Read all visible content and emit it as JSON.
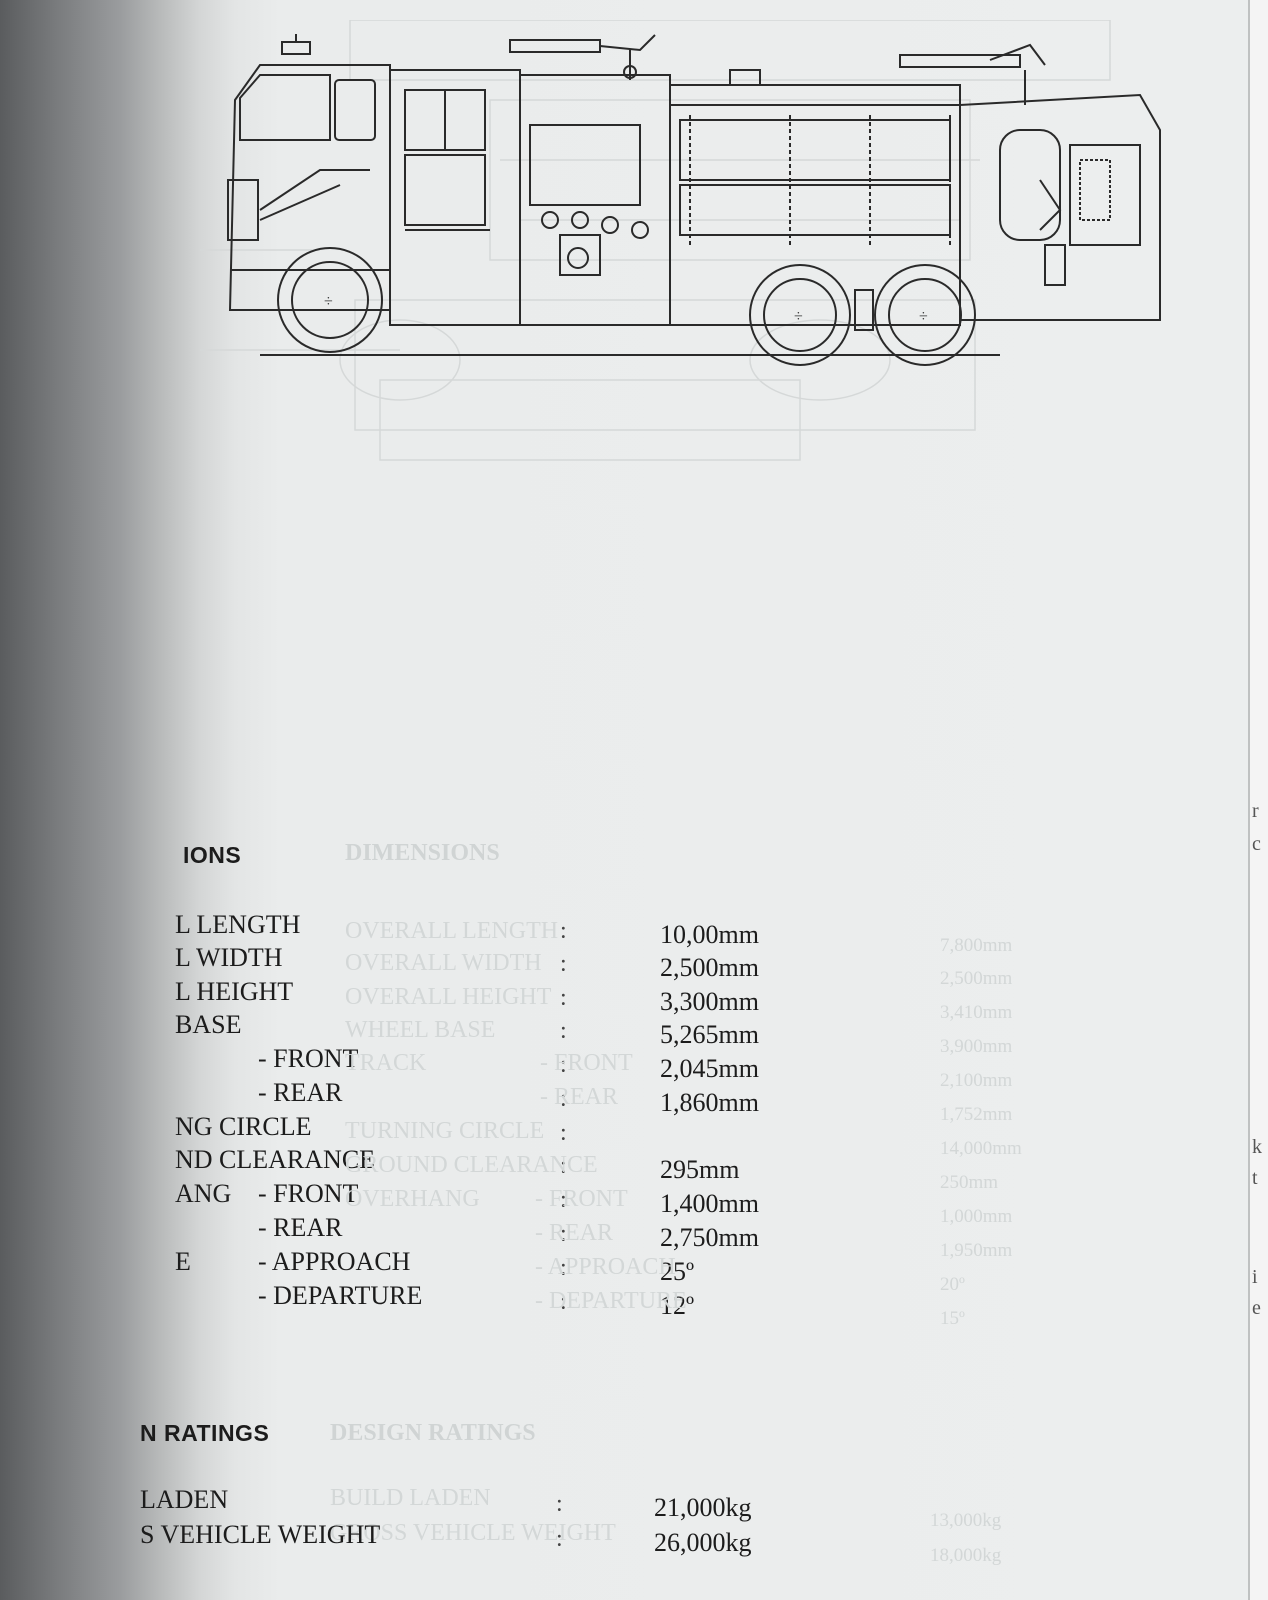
{
  "main": {
    "sections": {
      "dimensions": {
        "heading": "IONS",
        "rows": [
          {
            "label": "L LENGTH",
            "sub": "",
            "colon": ":",
            "value": "10,00mm"
          },
          {
            "label": "L WIDTH",
            "sub": "",
            "colon": ":",
            "value": "2,500mm"
          },
          {
            "label": "L HEIGHT",
            "sub": "",
            "colon": ":",
            "value": "3,300mm"
          },
          {
            "label": "BASE",
            "sub": "",
            "colon": ":",
            "value": "5,265mm"
          },
          {
            "label": "",
            "sub": "- FRONT",
            "colon": ":",
            "value": "2,045mm"
          },
          {
            "label": "",
            "sub": "- REAR",
            "colon": ":",
            "value": "1,860mm"
          },
          {
            "label": "NG CIRCLE",
            "sub": "",
            "colon": ":",
            "value": ""
          },
          {
            "label": "ND CLEARANCE",
            "sub": "",
            "colon": ":",
            "value": "295mm"
          },
          {
            "label": "ANG",
            "sub": "- FRONT",
            "colon": ":",
            "value": "1,400mm"
          },
          {
            "label": "",
            "sub": "- REAR",
            "colon": ":",
            "value": "2,750mm"
          },
          {
            "label": "E",
            "sub": "- APPROACH",
            "colon": ":",
            "value": "25º"
          },
          {
            "label": "",
            "sub": "- DEPARTURE",
            "colon": ":",
            "value": "12º"
          }
        ]
      },
      "ratings": {
        "heading": "N RATINGS",
        "rows": [
          {
            "label": "LADEN",
            "colon": ":",
            "value": "21,000kg"
          },
          {
            "label": "S VEHICLE WEIGHT",
            "colon": ":",
            "value": "26,000kg"
          }
        ]
      }
    },
    "show_through": {
      "heading_dimensions": "DIMENSIONS",
      "heading_ratings": "DESIGN RATINGS",
      "labels": [
        "OVERALL LENGTH",
        "OVERALL WIDTH",
        "OVERALL HEIGHT",
        "WHEEL BASE",
        "TRACK",
        "- FRONT",
        "- REAR",
        "TURNING CIRCLE",
        "GROUND CLEARANCE",
        "OVERHANG",
        "- FRONT",
        "- REAR",
        "- APPROACH",
        "- DEPARTURE",
        "BUILD LADEN",
        "GROSS VEHICLE WEIGHT"
      ],
      "values": [
        "7,800mm",
        "2,500mm",
        "3,410mm",
        "3,900mm",
        "2,100mm",
        "1,752mm",
        "14,000mm",
        "250mm",
        "1,000mm",
        "1,950mm",
        "20º",
        "15º",
        "13,000kg",
        "18,000kg"
      ]
    },
    "right_margin_letters": [
      "r",
      "c",
      "k",
      "t",
      "i",
      "e"
    ]
  },
  "colors": {
    "ink": "#1c1c1c",
    "paper": "#eceeee",
    "show_through": "#d2d6d6",
    "binding_shadow": "#5a5c5e"
  },
  "icons": {
    "illustration": "fire-truck-side-elevation-drawing"
  }
}
